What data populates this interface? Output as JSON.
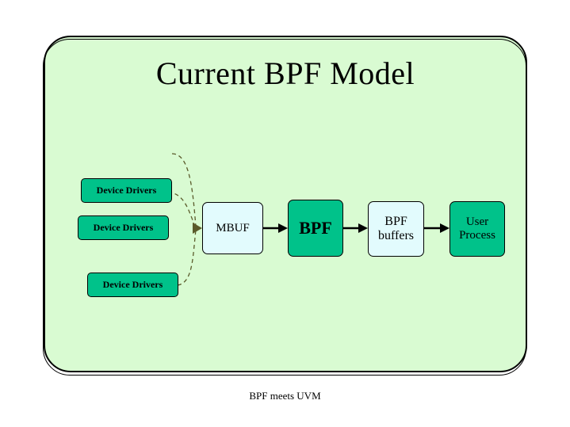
{
  "slide": {
    "title": "Current BPF Model",
    "footer": "BPF meets UVM",
    "background_color": "#d9fbd2",
    "border_color": "#000000"
  },
  "diagram": {
    "type": "flow",
    "drivers": [
      {
        "label": "Device Drivers"
      },
      {
        "label": "Device Drivers"
      },
      {
        "label": "Device Drivers"
      }
    ],
    "stages": [
      {
        "label": "MBUF",
        "color": "#e2fbfd"
      },
      {
        "label": "BPF",
        "color": "#00c28a"
      },
      {
        "label": "BPF buffers",
        "line1": "BPF",
        "line2": "buffers",
        "color": "#e2fbfd"
      },
      {
        "label": "User Process",
        "line1": "User",
        "line2": "Process",
        "color": "#00c28a"
      }
    ],
    "connections": [
      {
        "from": "Device Drivers",
        "to": "MBUF",
        "style": "dashed"
      },
      {
        "from": "Device Drivers",
        "to": "MBUF",
        "style": "dashed"
      },
      {
        "from": "Device Drivers",
        "to": "MBUF",
        "style": "dashed"
      },
      {
        "from": "MBUF",
        "to": "BPF",
        "style": "solid"
      },
      {
        "from": "BPF",
        "to": "BPF buffers",
        "style": "solid"
      },
      {
        "from": "BPF buffers",
        "to": "User Process",
        "style": "solid"
      }
    ]
  }
}
